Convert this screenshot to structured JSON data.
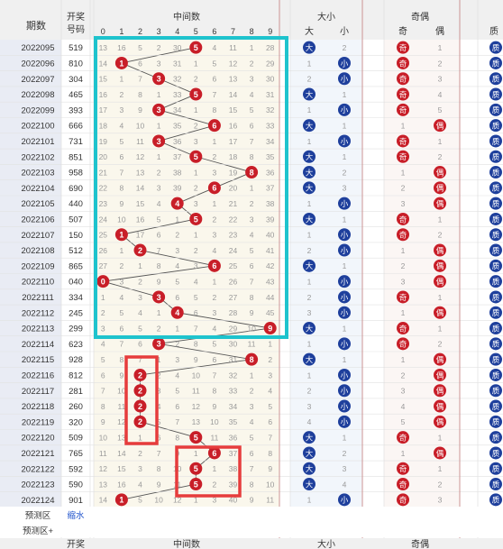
{
  "header": {
    "period_label": "期数",
    "draw_label_line1": "开奖",
    "draw_label_line2": "号码",
    "middle_label": "中间数",
    "big_small_label": "大小",
    "odd_even_label": "奇偶",
    "big_label": "大",
    "small_label": "小",
    "odd_label": "奇",
    "even_label": "偶",
    "prime_label": "质",
    "digits": [
      "0",
      "1",
      "2",
      "3",
      "4",
      "5",
      "6",
      "7",
      "8",
      "9"
    ]
  },
  "rows": [
    {
      "period": "2022095",
      "draw": "519",
      "mid": 5,
      "mids": [
        "13",
        "16",
        "5",
        "2",
        "30",
        "5",
        "4",
        "11",
        "1",
        "28"
      ],
      "big": true,
      "bs_other": "2",
      "odd": true,
      "oe_other": "1"
    },
    {
      "period": "2022096",
      "draw": "810",
      "mid": 1,
      "mids": [
        "14",
        "1",
        "6",
        "3",
        "31",
        "1",
        "5",
        "12",
        "2",
        "29"
      ],
      "big": false,
      "bs_other": "1",
      "odd": true,
      "oe_other": "2"
    },
    {
      "period": "2022097",
      "draw": "304",
      "mid": 3,
      "mids": [
        "15",
        "1",
        "7",
        "3",
        "32",
        "2",
        "6",
        "13",
        "3",
        "30"
      ],
      "big": false,
      "bs_other": "2",
      "odd": true,
      "oe_other": "3"
    },
    {
      "period": "2022098",
      "draw": "465",
      "mid": 5,
      "mids": [
        "16",
        "2",
        "8",
        "1",
        "33",
        "5",
        "7",
        "14",
        "4",
        "31"
      ],
      "big": true,
      "bs_other": "1",
      "odd": true,
      "oe_other": "4"
    },
    {
      "period": "2022099",
      "draw": "393",
      "mid": 3,
      "mids": [
        "17",
        "3",
        "9",
        "3",
        "34",
        "1",
        "8",
        "15",
        "5",
        "32"
      ],
      "big": false,
      "bs_other": "1",
      "odd": true,
      "oe_other": "5"
    },
    {
      "period": "2022100",
      "draw": "666",
      "mid": 6,
      "mids": [
        "18",
        "4",
        "10",
        "1",
        "35",
        "2",
        "6",
        "16",
        "6",
        "33"
      ],
      "big": true,
      "bs_other": "1",
      "odd": false,
      "oe_other": "1"
    },
    {
      "period": "2022101",
      "draw": "731",
      "mid": 3,
      "mids": [
        "19",
        "5",
        "11",
        "3",
        "36",
        "3",
        "1",
        "17",
        "7",
        "34"
      ],
      "big": false,
      "bs_other": "1",
      "odd": true,
      "oe_other": "1"
    },
    {
      "period": "2022102",
      "draw": "851",
      "mid": 5,
      "mids": [
        "20",
        "6",
        "12",
        "1",
        "37",
        "5",
        "2",
        "18",
        "8",
        "35"
      ],
      "big": true,
      "bs_other": "1",
      "odd": true,
      "oe_other": "2"
    },
    {
      "period": "2022103",
      "draw": "958",
      "mid": 8,
      "mids": [
        "21",
        "7",
        "13",
        "2",
        "38",
        "1",
        "3",
        "19",
        "8",
        "36"
      ],
      "big": true,
      "bs_other": "2",
      "odd": false,
      "oe_other": "1"
    },
    {
      "period": "2022104",
      "draw": "690",
      "mid": 6,
      "mids": [
        "22",
        "8",
        "14",
        "3",
        "39",
        "2",
        "6",
        "20",
        "1",
        "37"
      ],
      "big": true,
      "bs_other": "3",
      "odd": false,
      "oe_other": "2"
    },
    {
      "period": "2022105",
      "draw": "440",
      "mid": 4,
      "mids": [
        "23",
        "9",
        "15",
        "4",
        "4",
        "3",
        "1",
        "21",
        "2",
        "38"
      ],
      "big": false,
      "bs_other": "1",
      "odd": false,
      "oe_other": "3"
    },
    {
      "period": "2022106",
      "draw": "507",
      "mid": 5,
      "mids": [
        "24",
        "10",
        "16",
        "5",
        "1",
        "5",
        "2",
        "22",
        "3",
        "39"
      ],
      "big": true,
      "bs_other": "1",
      "odd": true,
      "oe_other": "1"
    },
    {
      "period": "2022107",
      "draw": "150",
      "mid": 1,
      "mids": [
        "25",
        "1",
        "17",
        "6",
        "2",
        "1",
        "3",
        "23",
        "4",
        "40"
      ],
      "big": false,
      "bs_other": "1",
      "odd": true,
      "oe_other": "2"
    },
    {
      "period": "2022108",
      "draw": "512",
      "mid": 2,
      "mids": [
        "26",
        "1",
        "2",
        "7",
        "3",
        "2",
        "4",
        "24",
        "5",
        "41"
      ],
      "big": false,
      "bs_other": "2",
      "odd": false,
      "oe_other": "1"
    },
    {
      "period": "2022109",
      "draw": "865",
      "mid": 6,
      "mids": [
        "27",
        "2",
        "1",
        "8",
        "4",
        "3",
        "6",
        "25",
        "6",
        "42"
      ],
      "big": true,
      "bs_other": "1",
      "odd": false,
      "oe_other": "2"
    },
    {
      "period": "2022110",
      "draw": "040",
      "mid": 0,
      "mids": [
        "0",
        "3",
        "2",
        "9",
        "5",
        "4",
        "1",
        "26",
        "7",
        "43"
      ],
      "big": false,
      "bs_other": "1",
      "odd": false,
      "oe_other": "3"
    },
    {
      "period": "2022111",
      "draw": "334",
      "mid": 3,
      "mids": [
        "1",
        "4",
        "3",
        "3",
        "6",
        "5",
        "2",
        "27",
        "8",
        "44"
      ],
      "big": false,
      "bs_other": "2",
      "odd": true,
      "oe_other": "1"
    },
    {
      "period": "2022112",
      "draw": "245",
      "mid": 4,
      "mids": [
        "2",
        "5",
        "4",
        "1",
        "4",
        "6",
        "3",
        "28",
        "9",
        "45"
      ],
      "big": false,
      "bs_other": "3",
      "odd": false,
      "oe_other": "1"
    },
    {
      "period": "2022113",
      "draw": "299",
      "mid": 9,
      "mids": [
        "3",
        "6",
        "5",
        "2",
        "1",
        "7",
        "4",
        "29",
        "10",
        "9"
      ],
      "big": true,
      "bs_other": "1",
      "odd": true,
      "oe_other": "1"
    },
    {
      "period": "2022114",
      "draw": "623",
      "mid": 3,
      "mids": [
        "4",
        "7",
        "6",
        "3",
        "2",
        "8",
        "5",
        "30",
        "11",
        "1"
      ],
      "big": false,
      "bs_other": "1",
      "odd": true,
      "oe_other": "2"
    },
    {
      "period": "2022115",
      "draw": "928",
      "mid": 8,
      "mids": [
        "5",
        "8",
        "7",
        "1",
        "3",
        "9",
        "6",
        "31",
        "8",
        "2"
      ],
      "big": true,
      "bs_other": "1",
      "odd": false,
      "oe_other": "1"
    },
    {
      "period": "2022116",
      "draw": "812",
      "mid": 2,
      "mids": [
        "6",
        "9",
        "2",
        "2",
        "4",
        "10",
        "7",
        "32",
        "1",
        "3"
      ],
      "big": false,
      "bs_other": "1",
      "odd": false,
      "oe_other": "2"
    },
    {
      "period": "2022117",
      "draw": "281",
      "mid": 2,
      "mids": [
        "7",
        "10",
        "2",
        "3",
        "5",
        "11",
        "8",
        "33",
        "2",
        "4"
      ],
      "big": false,
      "bs_other": "2",
      "odd": false,
      "oe_other": "3"
    },
    {
      "period": "2022118",
      "draw": "260",
      "mid": 2,
      "mids": [
        "8",
        "11",
        "2",
        "4",
        "6",
        "12",
        "9",
        "34",
        "3",
        "5"
      ],
      "big": false,
      "bs_other": "3",
      "odd": false,
      "oe_other": "4"
    },
    {
      "period": "2022119",
      "draw": "320",
      "mid": 2,
      "mids": [
        "9",
        "12",
        "2",
        "5",
        "7",
        "13",
        "10",
        "35",
        "4",
        "6"
      ],
      "big": false,
      "bs_other": "4",
      "odd": false,
      "oe_other": "5"
    },
    {
      "period": "2022120",
      "draw": "509",
      "mid": 5,
      "mids": [
        "10",
        "13",
        "1",
        "6",
        "8",
        "5",
        "11",
        "36",
        "5",
        "7"
      ],
      "big": true,
      "bs_other": "1",
      "odd": true,
      "oe_other": "1"
    },
    {
      "period": "2022121",
      "draw": "765",
      "mid": 6,
      "mids": [
        "11",
        "14",
        "2",
        "7",
        "9",
        "1",
        "6",
        "37",
        "6",
        "8"
      ],
      "big": true,
      "bs_other": "2",
      "odd": false,
      "oe_other": "1"
    },
    {
      "period": "2022122",
      "draw": "592",
      "mid": 5,
      "mids": [
        "12",
        "15",
        "3",
        "8",
        "10",
        "5",
        "1",
        "38",
        "7",
        "9"
      ],
      "big": true,
      "bs_other": "3",
      "odd": true,
      "oe_other": "1"
    },
    {
      "period": "2022123",
      "draw": "590",
      "mid": 5,
      "mids": [
        "13",
        "16",
        "4",
        "9",
        "11",
        "5",
        "2",
        "39",
        "8",
        "10"
      ],
      "big": true,
      "bs_other": "4",
      "odd": true,
      "oe_other": "2"
    },
    {
      "period": "2022124",
      "draw": "901",
      "mid": 1,
      "mids": [
        "14",
        "1",
        "5",
        "10",
        "12",
        "1",
        "3",
        "40",
        "9",
        "11"
      ],
      "big": false,
      "bs_other": "1",
      "odd": true,
      "oe_other": "3"
    }
  ],
  "footer": {
    "predict_label": "预测区",
    "shrink_label": "缩水",
    "predict_plus_label": "预测区+"
  },
  "colors": {
    "red_ball": "#c81e28",
    "blue_ball": "#1e3f9c",
    "cyan_highlight": "#1ec3cd",
    "red_highlight": "#e63c3c",
    "header_bg": "#f0f0f0",
    "left_col_bg": "#e9ecf4"
  }
}
